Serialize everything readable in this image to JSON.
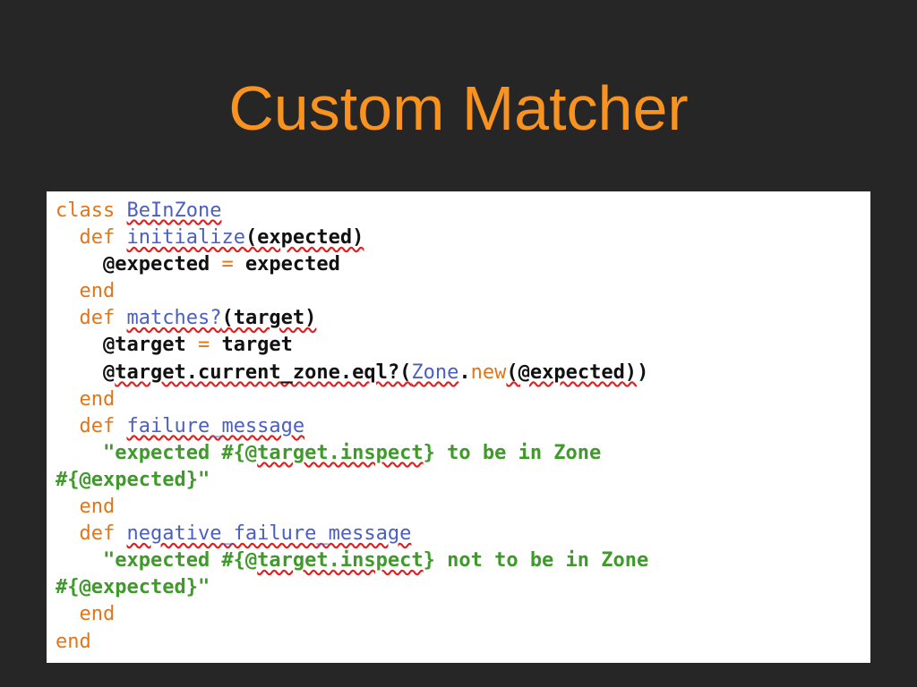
{
  "slide": {
    "title": "Custom Matcher"
  },
  "code": {
    "lines": [
      [
        {
          "t": "class ",
          "c": "kw"
        },
        {
          "t": "BeInZone",
          "c": "id"
        }
      ],
      [
        {
          "t": "  def ",
          "c": "kw"
        },
        {
          "t": "initialize",
          "c": "id"
        },
        {
          "t": "(expected)",
          "c": "plain-sq"
        }
      ],
      [
        {
          "t": "    @expected ",
          "c": "plain"
        },
        {
          "t": "=",
          "c": "kw"
        },
        {
          "t": " expected",
          "c": "plain"
        }
      ],
      [
        {
          "t": "  end",
          "c": "kw"
        }
      ],
      [
        {
          "t": "  def ",
          "c": "kw"
        },
        {
          "t": "matches?",
          "c": "id"
        },
        {
          "t": "(target)",
          "c": "plain-sq"
        }
      ],
      [
        {
          "t": "    @target ",
          "c": "plain"
        },
        {
          "t": "=",
          "c": "kw"
        },
        {
          "t": " target",
          "c": "plain"
        }
      ],
      [
        {
          "t": "    @",
          "c": "plain"
        },
        {
          "t": "target.current_zone.eql?(",
          "c": "plain-sq"
        },
        {
          "t": "Zone",
          "c": "id"
        },
        {
          "t": ".",
          "c": "plain"
        },
        {
          "t": "new",
          "c": "kw"
        },
        {
          "t": "(@expected)",
          "c": "plain-sq"
        },
        {
          "t": ")",
          "c": "plain"
        }
      ],
      [
        {
          "t": "  end",
          "c": "kw"
        }
      ],
      [
        {
          "t": "  def ",
          "c": "kw"
        },
        {
          "t": "failure_message",
          "c": "id"
        }
      ],
      [
        {
          "t": "    \"expected #{@",
          "c": "str"
        },
        {
          "t": "target.inspect",
          "c": "str-sq"
        },
        {
          "t": "} to be in Zone",
          "c": "str"
        }
      ],
      [
        {
          "t": "#{@expected}\"",
          "c": "str"
        }
      ],
      [
        {
          "t": "  end",
          "c": "kw"
        }
      ],
      [
        {
          "t": "  def ",
          "c": "kw"
        },
        {
          "t": "negative_failure_message",
          "c": "id"
        }
      ],
      [
        {
          "t": "    \"expected #{@",
          "c": "str"
        },
        {
          "t": "target.inspect",
          "c": "str-sq"
        },
        {
          "t": "} not to be in Zone",
          "c": "str"
        }
      ],
      [
        {
          "t": "#{@expected}\"",
          "c": "str"
        }
      ],
      [
        {
          "t": "  end",
          "c": "kw"
        }
      ],
      [
        {
          "t": "end",
          "c": "kw"
        }
      ]
    ]
  },
  "colors": {
    "background": "#262626",
    "title": "#f7931e",
    "keyword": "#e0761a",
    "identifier": "#4a5fc1",
    "string": "#3f9a2b",
    "spellcheck_underline": "#e02020"
  }
}
